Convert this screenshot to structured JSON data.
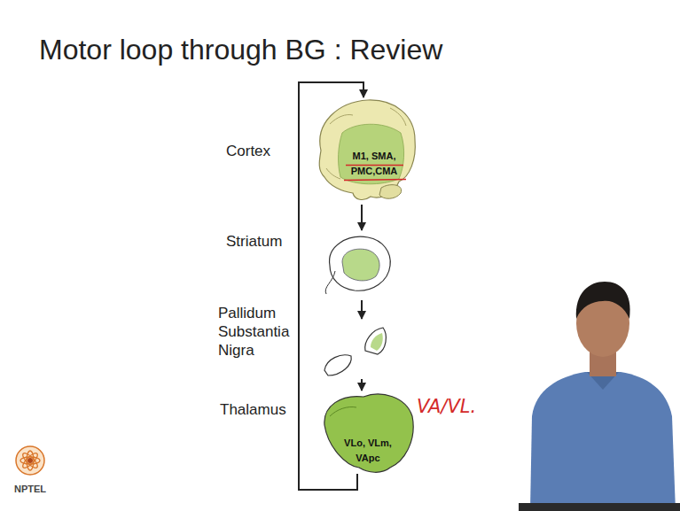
{
  "diagram": {
    "title": "Motor loop through BG : Review",
    "nodes": [
      {
        "text": [
          "Cortex",
          "M1, SMA, PMC,CMA"
        ]
      },
      {
        "text": [
          "Striatum"
        ]
      },
      {
        "text": [
          "Pallidum Substantia Nigra"
        ]
      },
      {
        "text": [
          "Thalamus",
          "VLo, VLm, VApc"
        ]
      }
    ],
    "edges": [
      {
        "from": 0,
        "to": 1,
        "arrow": "to"
      },
      {
        "from": 1,
        "to": 2,
        "arrow": "to"
      },
      {
        "from": 2,
        "to": 3,
        "arrow": "to"
      },
      {
        "from": 3,
        "to": 0,
        "arrow": "to"
      }
    ],
    "labels": [
      "VA/VL.",
      "NPTEL"
    ]
  }
}
